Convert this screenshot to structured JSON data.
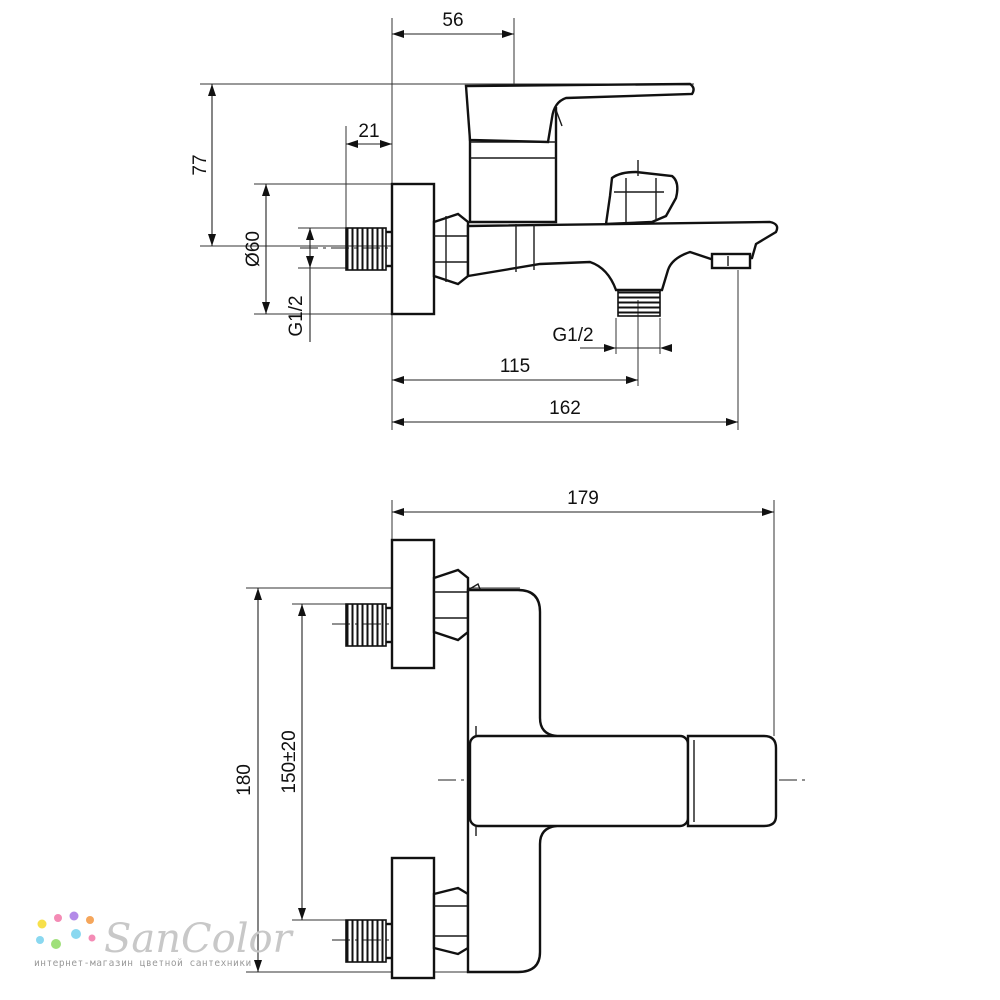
{
  "dimensions": {
    "handle_offset": "56",
    "height_above_axis": "77",
    "flange_diameter": "Ø60",
    "inlet_thread": "G1/2",
    "eccentric_length": "21",
    "outlet_thread": "G1/2",
    "outlet_distance": "115",
    "spout_depth": "162",
    "overall_width": "179",
    "overall_height": "180",
    "inlet_centers": "150±20"
  },
  "logo": {
    "word": "SanColor",
    "tagline": "интернет-магазин цветной сантехники",
    "dot_colors": [
      "#f7e04a",
      "#f48bb5",
      "#8ad8f0",
      "#b38ae8",
      "#9fe07a",
      "#f5a65b"
    ]
  }
}
